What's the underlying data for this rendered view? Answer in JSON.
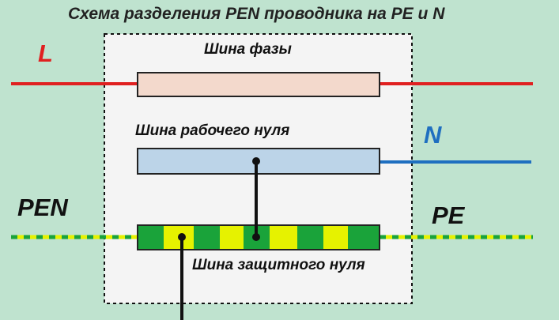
{
  "title": "Схема разделения PEN проводника на PE и N",
  "labels": {
    "L": "L",
    "N": "N",
    "PEN": "PEN",
    "PE": "PE"
  },
  "buses": {
    "phase": "Шина фазы",
    "neutral": "Шина рабочего нуля",
    "protective": "Шина защитного нуля"
  },
  "colors": {
    "background": "#bfe3cf",
    "phase_wire": "#e02020",
    "neutral_wire": "#1f6fc0",
    "pen_green": "#1aa33a",
    "pen_yellow": "#e6f200",
    "phase_bus": "#f3d9cc",
    "neutral_bus": "#bcd4e8",
    "enclosure": "#f4f4f4"
  },
  "icons": {
    "enclosure": "dashed-rectangle",
    "connection": "dot"
  }
}
